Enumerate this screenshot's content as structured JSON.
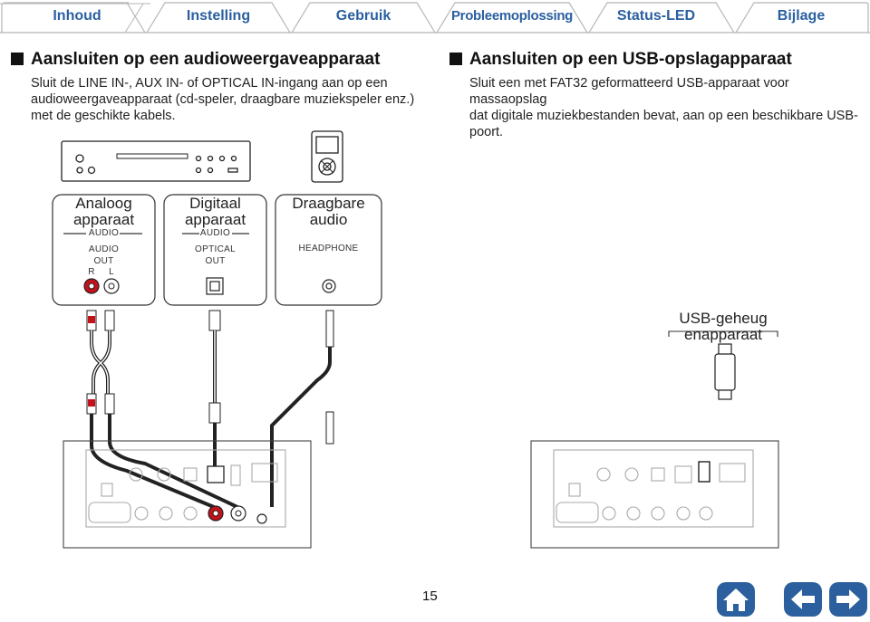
{
  "tabs": [
    "Inhoud",
    "Instelling",
    "Gebruik",
    "Probleemoplossing",
    "Status-LED",
    "Bijlage"
  ],
  "left": {
    "title": "Aansluiten op een audioweergaveapparaat",
    "line1": "Sluit de LINE IN-, AUX IN- of OPTICAL IN-ingang aan op een",
    "line2": "audioweergaveapparaat (cd-speler, draagbare muziekspeler enz.)",
    "line3": "met de geschikte kabels."
  },
  "right": {
    "title": "Aansluiten op een USB-opslagapparaat",
    "line1": "Sluit een met FAT32 geformatteerd USB-apparaat voor massaopslag",
    "line2": "dat digitale muziekbestanden bevat, aan op een beschikbare USB-",
    "line3": "poort."
  },
  "devices": [
    {
      "name1": "Analoog",
      "name2": "apparaat",
      "group": "AUDIO",
      "port1": "AUDIO",
      "port2": "OUT",
      "ch_r": "R",
      "ch_l": "L"
    },
    {
      "name1": "Digitaal",
      "name2": "apparaat",
      "group": "AUDIO",
      "port1": "OPTICAL",
      "port2": "OUT"
    },
    {
      "name1": "Draagbare",
      "name2": "audio",
      "port1": "HEADPHONE"
    }
  ],
  "usb_device": {
    "line1": "USB-geheug",
    "line2": "enapparaat"
  },
  "page_number": "15",
  "colors": {
    "tab_text": "#2a5fa0",
    "nav_blue": "#2c5f9e",
    "rca_red": "#c4121a"
  },
  "nav_icons": [
    "home-icon",
    "arrow-left-icon",
    "arrow-right-icon"
  ]
}
